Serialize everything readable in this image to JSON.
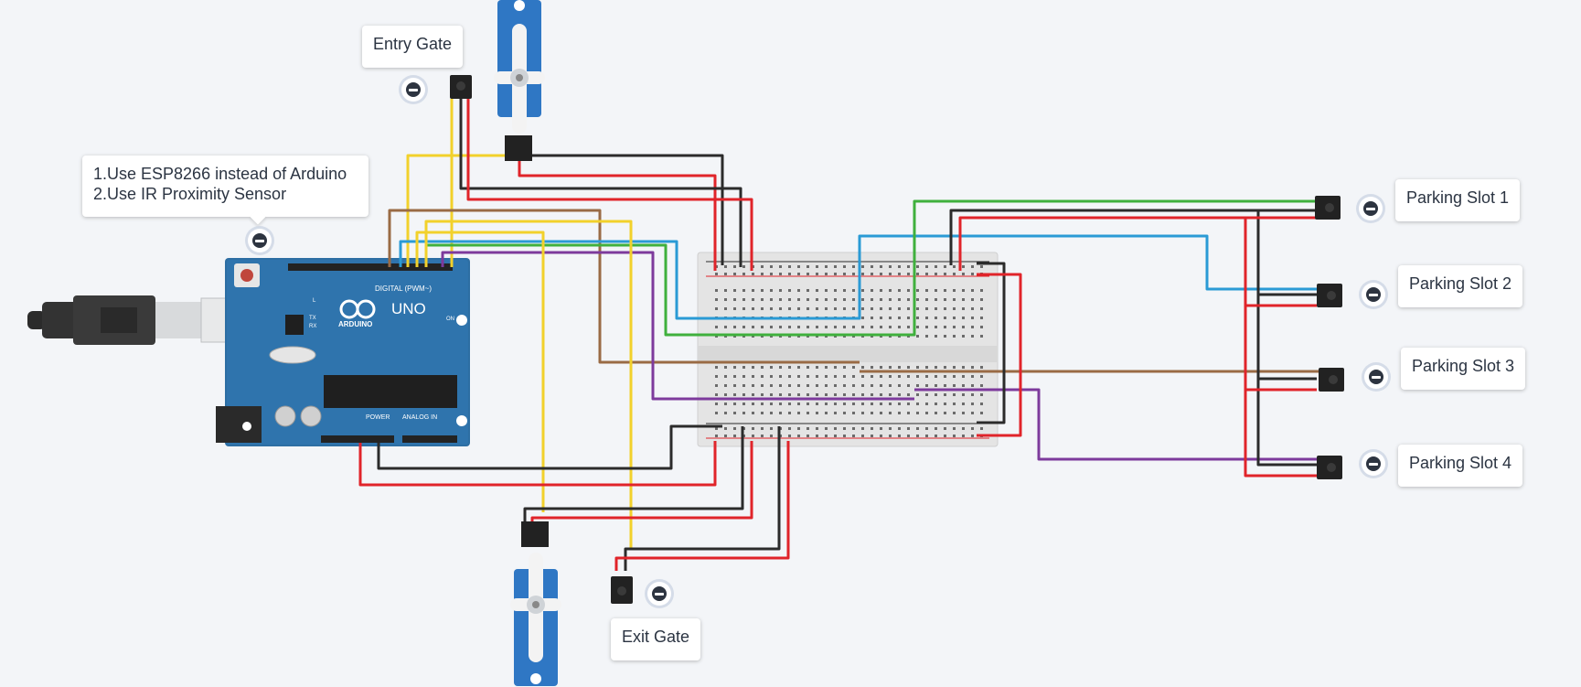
{
  "labels": {
    "entry_gate": "Entry Gate",
    "exit_gate": "Exit Gate",
    "slot1": "Parking Slot 1",
    "slot2": "Parking Slot 2",
    "slot3": "Parking Slot 3",
    "slot4": "Parking Slot 4"
  },
  "note": {
    "line1": "1.Use ESP8266 instead of Arduino",
    "line2": "2.Use IR Proximity Sensor"
  },
  "arduino": {
    "brand": "ARDUINO",
    "model": "UNO",
    "digital_label": "DIGITAL (PWM~)",
    "power_label": "POWER",
    "analog_label": "ANALOG IN",
    "on_label": "ON",
    "l_label": "L",
    "tx_label": "TX",
    "rx_label": "RX"
  },
  "colors": {
    "wire_red": "#e0242a",
    "wire_black": "#2b2b2b",
    "wire_yellow": "#f2d12b",
    "wire_green": "#3fb03d",
    "wire_blue": "#2a9ad5",
    "wire_purple": "#7d3a9c",
    "wire_brown": "#9a6b45",
    "board_blue": "#2d6ea3",
    "servo_blue": "#2f77c4"
  }
}
